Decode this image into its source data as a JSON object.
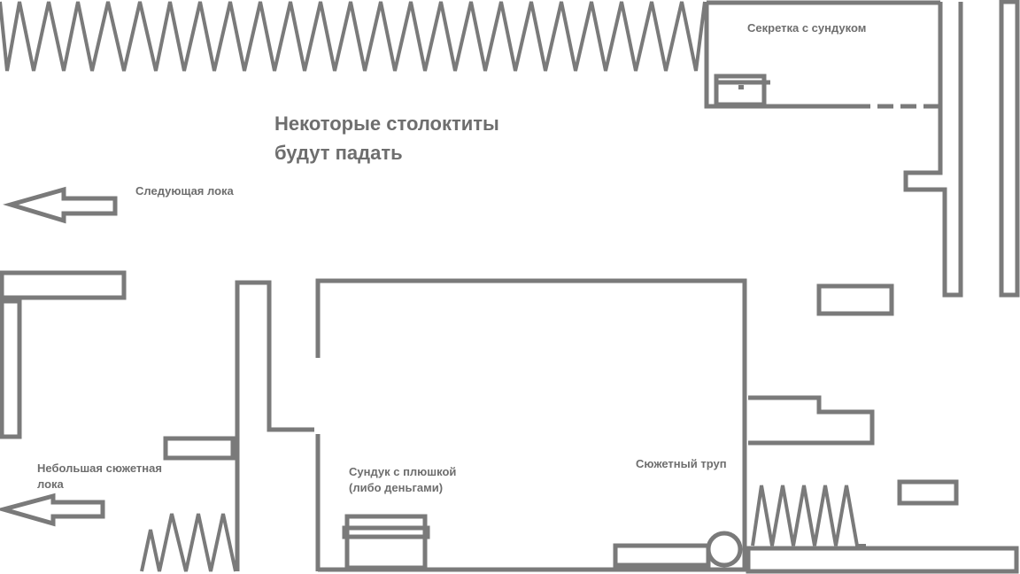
{
  "labels": {
    "secret_chest": "Секретка с сундуком",
    "falling_stalactites_1": "Некоторые столоктиты",
    "falling_stalactites_2": "будут падать",
    "next_location": "Следующая лока",
    "small_story_location_1": "Небольшая сюжетная",
    "small_story_location_2": "лока",
    "chest_with_bun_1": "Сундук с плюшкой",
    "chest_with_bun_2": "(либо деньгами)",
    "story_corpse": "Сюжетный труп"
  },
  "colors": {
    "stroke": "#7a7a7a",
    "text": "#6e6e6e",
    "background": "#ffffff"
  }
}
